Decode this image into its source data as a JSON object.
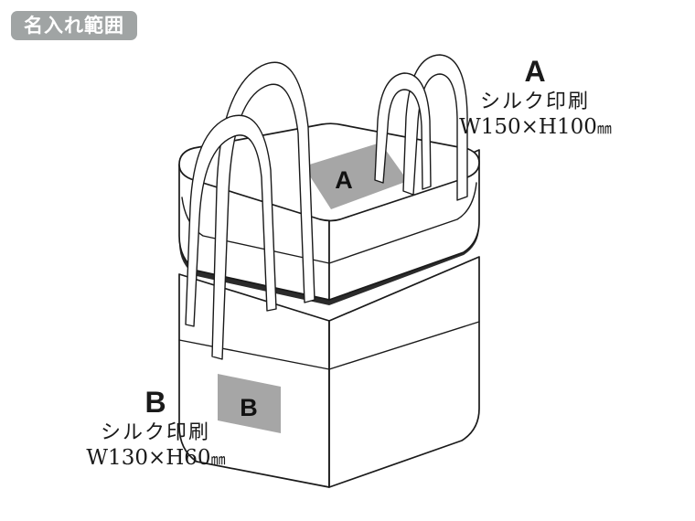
{
  "badge": {
    "label": "名入れ範囲"
  },
  "illustration": {
    "name": "cooler-tote-bag-isometric",
    "imprint_areas": [
      {
        "id": "A",
        "label": "A",
        "face": "lid-top",
        "fill": "#a6a6a6"
      },
      {
        "id": "B",
        "label": "B",
        "face": "body-front-left",
        "fill": "#a6a6a6"
      }
    ],
    "colors": {
      "outline": "#1a1a1a",
      "body": "#ffffff",
      "trim_band": "#2b2b2b",
      "imprint": "#a6a6a6"
    }
  },
  "callouts": [
    {
      "letter": "A",
      "method": "シルク印刷",
      "dimensions": "W150×H100",
      "unit": "㎜"
    },
    {
      "letter": "B",
      "method": "シルク印刷",
      "dimensions": "W130×H60",
      "unit": "㎜"
    }
  ]
}
